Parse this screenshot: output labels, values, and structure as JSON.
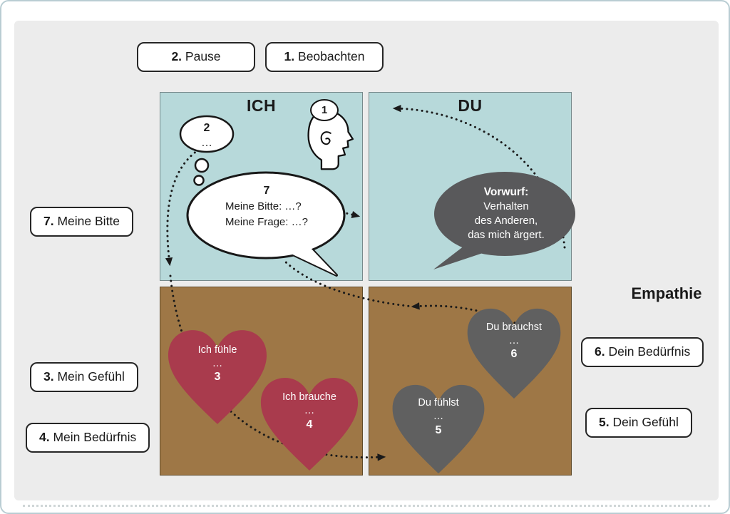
{
  "figure": {
    "empathie": "Empathie"
  },
  "step_labels": {
    "pause": {
      "num": "2.",
      "text": "Pause"
    },
    "beobachten": {
      "num": "1.",
      "text": "Beobachten"
    },
    "meine_bitte": {
      "num": "7.",
      "text": "Meine Bitte"
    },
    "mein_gefuehl": {
      "num": "3.",
      "text": "Mein Gefühl"
    },
    "mein_beduerfnis": {
      "num": "4.",
      "text": "Mein Bedürfnis"
    },
    "dein_beduerfnis": {
      "num": "6.",
      "text": "Dein Bedürfnis"
    },
    "dein_gefuehl": {
      "num": "5.",
      "text": "Dein Gefühl"
    }
  },
  "quadrants": {
    "ich": "ICH",
    "du": "DU",
    "top_color": "#b7d9da",
    "bottom_color": "#9e7746"
  },
  "thought_bubble": {
    "num": "2",
    "dots": "…"
  },
  "head_badge": {
    "num": "1"
  },
  "request_bubble": {
    "num": "7",
    "line1": "Meine Bitte: …?",
    "line2": "Meine Frage: …?"
  },
  "vorwurf_bubble": {
    "title": "Vorwurf:",
    "lines": [
      "Verhalten",
      "des Anderen,",
      "das mich ärgert."
    ],
    "color": "#59595b"
  },
  "hearts": [
    {
      "line1": "Ich fühle",
      "dots": "…",
      "num": "3",
      "color": "#a93b4d"
    },
    {
      "line1": "Ich brauche",
      "dots": "…",
      "num": "4",
      "color": "#a93b4d"
    },
    {
      "line1": "Du fühlst",
      "dots": "…",
      "num": "5",
      "color": "#606060"
    },
    {
      "line1": "Du brauchst",
      "dots": "…",
      "num": "6",
      "color": "#606060"
    }
  ]
}
